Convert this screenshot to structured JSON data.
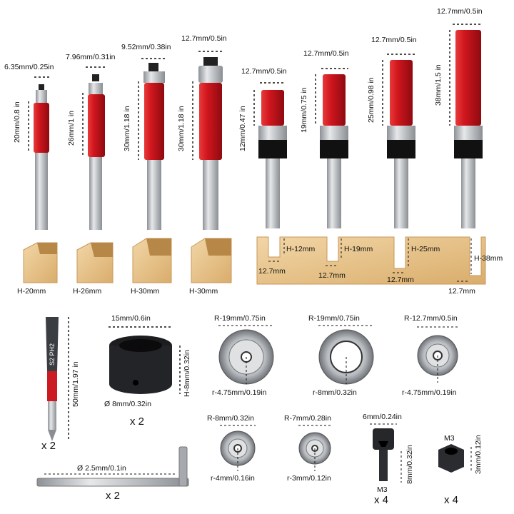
{
  "router_bits": [
    {
      "diameter": "6.35mm/0.25in",
      "height": "20mm/0.8 in",
      "block": "H-20mm"
    },
    {
      "diameter": "7.96mm/0.31in",
      "height": "26mm/1 in",
      "block": "H-26mm"
    },
    {
      "diameter": "9.52mm/0.38in",
      "height": "30mm/1.18 in",
      "block": "H-30mm"
    },
    {
      "diameter": "12.7mm/0.5in",
      "height": "30mm/1.18 in",
      "block": "H-30mm"
    },
    {
      "diameter": "12.7mm/0.5in",
      "height": "12mm/0.47 in"
    },
    {
      "diameter": "12.7mm/0.5in",
      "height": "19mm/0.75 in"
    },
    {
      "diameter": "12.7mm/0.5in",
      "height": "25mm/0.98 in"
    },
    {
      "diameter": "12.7mm/0.5in",
      "height": "38mm/1.5 in"
    }
  ],
  "groove_board": {
    "heights": [
      "H-12mm",
      "H-19mm",
      "H-25mm",
      "H-38mm"
    ],
    "widths": [
      "12.7mm",
      "12.7mm",
      "12.7mm",
      "12.7mm"
    ]
  },
  "screwdriver_bit": {
    "engraving": "S2 PH2",
    "length": "50mm/1.97 in",
    "qty": "x 2"
  },
  "collar": {
    "outer": "15mm/0.6in",
    "height": "H-8mm/0.32in",
    "hole": "Ø 8mm/0.32in",
    "qty": "x 2"
  },
  "bearings": [
    {
      "outer": "R-19mm/0.75in",
      "inner": "r-4.75mm/0.19in"
    },
    {
      "outer": "R-19mm/0.75in",
      "inner": "r-8mm/0.32in"
    },
    {
      "outer": "R-12.7mm/0.5in",
      "inner": "r-4.75mm/0.19in"
    },
    {
      "outer": "R-8mm/0.32in",
      "inner": "r-4mm/0.16in"
    },
    {
      "outer": "R-7mm/0.28in",
      "inner": "r-3mm/0.12in"
    }
  ],
  "hex_key": {
    "size": "Ø 2.5mm/0.1in",
    "qty": "x 2"
  },
  "screw": {
    "head": "6mm/0.24in",
    "length": "8mm/0.32in",
    "thread": "M3",
    "qty": "x 4"
  },
  "nut": {
    "thread": "M3",
    "height": "3mm/0.12in",
    "qty": "x 4"
  },
  "colors": {
    "red": "#d0161e",
    "dark_red": "#8e0a10",
    "steel": "#b9bcc0",
    "wood": "#e7c48f"
  }
}
